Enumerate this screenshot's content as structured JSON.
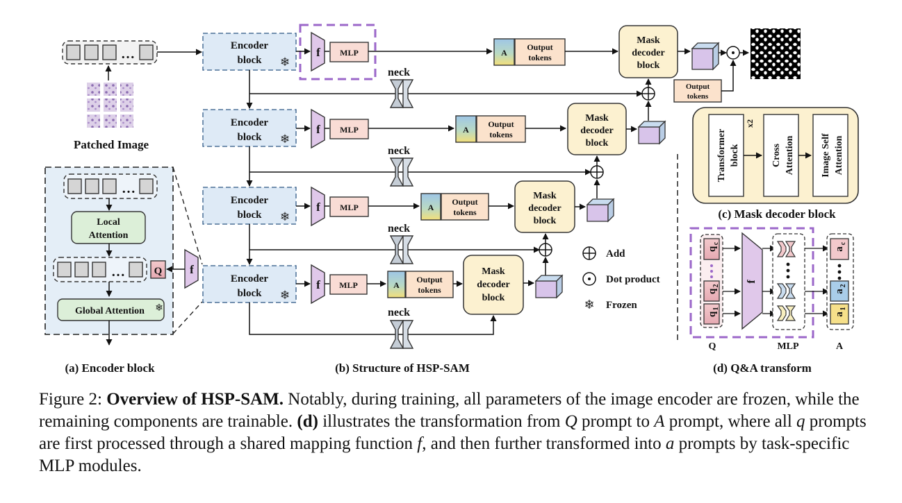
{
  "figure": {
    "patched_image_label": "Patched Image",
    "encoder_label_1": "Encoder",
    "encoder_label_2": "block",
    "f_label": "f",
    "mlp_label": "MLP",
    "a_label": "A",
    "q_label": "Q",
    "output_tokens_1": "Output",
    "output_tokens_2": "tokens",
    "mask_decoder_1": "Mask",
    "mask_decoder_2": "decoder",
    "mask_decoder_3": "block",
    "neck_label": "neck",
    "local_attention_1": "Local",
    "local_attention_2": "Attention",
    "global_attention": "Global Attention",
    "ellipsis": "…",
    "legend": {
      "add": "Add",
      "dot": "Dot product",
      "frozen": "Frozen"
    },
    "mask_decoder_detail": {
      "transformer_1": "Transformer",
      "transformer_2": "block",
      "x2": "x2",
      "cross_1": "Cross",
      "cross_2": "Attention",
      "selfatt_1": "Image Self",
      "selfatt_2": "Attention"
    },
    "qa": {
      "q_c": "q",
      "q_c_sub": "c",
      "q_2": "q",
      "q_2_sub": "2",
      "q_1": "q",
      "q_1_sub": "1",
      "a_c": "a",
      "a_c_sub": "c",
      "a_2": "a",
      "a_2_sub": "2",
      "a_1": "a",
      "a_1_sub": "1",
      "col_q": "Q",
      "col_mlp": "MLP",
      "col_a": "A"
    },
    "subcaptions": {
      "a": "(a) Encoder block",
      "b": "(b) Structure of HSP-SAM",
      "c": "(c) Mask decoder block",
      "d": "(d) Q&A transform"
    },
    "colors": {
      "encoder_fill": "#deeaf6",
      "encoder_stroke": "#4a6f96",
      "f_fill": "#e0c8ea",
      "mlp_fill": "#f9dcd5",
      "tokens_fill": "#fbe2cc",
      "decoder_fill": "#fcf1d0",
      "attn_fill": "#dcefd8",
      "purple_dash": "#9b67c9",
      "panel_a_bg": "#e4eef7"
    }
  },
  "caption": {
    "prefix": "Figure 2: ",
    "title": "Overview of HSP-SAM.",
    "text1": " Notably, during training, all parameters of the image encoder are frozen, while the remaining components are trainable. ",
    "d_ref": "(d)",
    "text2": " illustrates the transformation from ",
    "Q": "Q",
    "text3": " prompt to ",
    "A": "A",
    "text4": " prompt, where all ",
    "q": "q",
    "text5": " prompts are first processed through a shared mapping function ",
    "f": "f",
    "text6": ", and then further transformed into ",
    "a": "a",
    "text7": " prompts by task-specific MLP modules."
  }
}
